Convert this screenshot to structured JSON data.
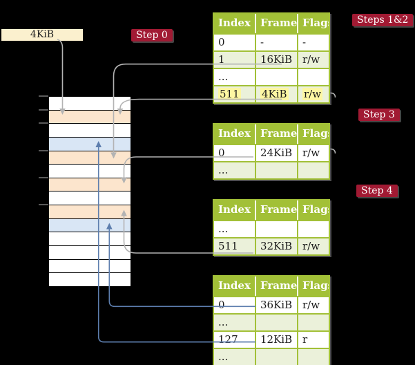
{
  "colors": {
    "background": "#000000",
    "table_header_green": "#a2c037",
    "table_row_green": "#ebf1da",
    "label_red": "#a11a33",
    "frame_box_cream": "#fbf0ce",
    "memory_peach": "#fce5cd",
    "memory_blue": "#d9e6f5",
    "highlight_yellow": "#fdf7a2",
    "connector_gray": "#b3b3b3",
    "connector_blue": "#5d7eae",
    "tick_gray": "#5a5a5a"
  },
  "frame_box": {
    "label": "4KiB"
  },
  "steps": [
    {
      "label": "Step 0"
    },
    {
      "label": "Steps 1&2"
    },
    {
      "label": "Step 3"
    },
    {
      "label": "Step 4"
    }
  ],
  "memory": {
    "row_colors": [
      "plain",
      "peach",
      "plain",
      "blue",
      "peach",
      "plain",
      "peach",
      "plain",
      "peach",
      "blue",
      "plain",
      "plain",
      "plain",
      "plain"
    ],
    "tick_rows": [
      0,
      1,
      2,
      4,
      6,
      8
    ]
  },
  "tables": [
    {
      "columns": [
        "Index",
        "Frame",
        "Flags"
      ],
      "rows": [
        {
          "cells": [
            "0",
            "-",
            "-"
          ],
          "shade": false,
          "highlight": false
        },
        {
          "cells": [
            "1",
            "16KiB",
            "r/w"
          ],
          "shade": true,
          "highlight": false
        },
        {
          "cells": [
            "...",
            "",
            ""
          ],
          "shade": false,
          "highlight": false
        },
        {
          "cells": [
            "511",
            "4KiB",
            "r/w"
          ],
          "shade": true,
          "highlight": true
        }
      ]
    },
    {
      "columns": [
        "Index",
        "Frame",
        "Flags"
      ],
      "rows": [
        {
          "cells": [
            "0",
            "24KiB",
            "r/w"
          ],
          "shade": false,
          "highlight": false
        },
        {
          "cells": [
            "...",
            "",
            ""
          ],
          "shade": true,
          "highlight": false
        }
      ]
    },
    {
      "columns": [
        "Index",
        "Frame",
        "Flags"
      ],
      "rows": [
        {
          "cells": [
            "...",
            "",
            ""
          ],
          "shade": false,
          "highlight": false
        },
        {
          "cells": [
            "511",
            "32KiB",
            "r/w"
          ],
          "shade": true,
          "highlight": false
        }
      ]
    },
    {
      "columns": [
        "Index",
        "Frame",
        "Flags"
      ],
      "rows": [
        {
          "cells": [
            "0",
            "36KiB",
            "r/w"
          ],
          "shade": false,
          "highlight": false
        },
        {
          "cells": [
            "...",
            "",
            ""
          ],
          "shade": true,
          "highlight": false
        },
        {
          "cells": [
            "127",
            "12KiB",
            "r"
          ],
          "shade": false,
          "highlight": false
        },
        {
          "cells": [
            "...",
            "",
            ""
          ],
          "shade": true,
          "highlight": false
        }
      ]
    }
  ]
}
